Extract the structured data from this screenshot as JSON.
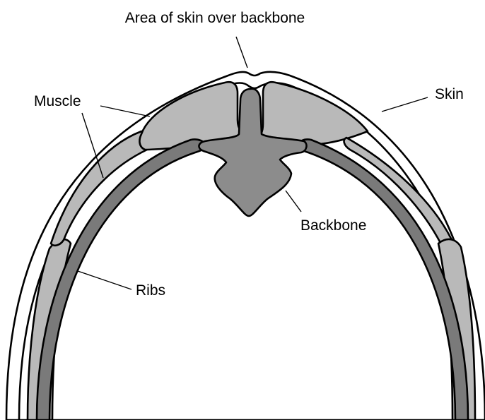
{
  "labels": {
    "area_skin_over_backbone": "Area of skin over backbone",
    "muscle": "Muscle",
    "skin": "Skin",
    "backbone": "Backbone",
    "ribs": "Ribs"
  },
  "colors": {
    "skin": "#ffffff",
    "muscle": "#b9b9b9",
    "rib": "#7a7a7a",
    "backbone": "#8c8c8c",
    "outline": "#000000",
    "background": "#ffffff"
  }
}
